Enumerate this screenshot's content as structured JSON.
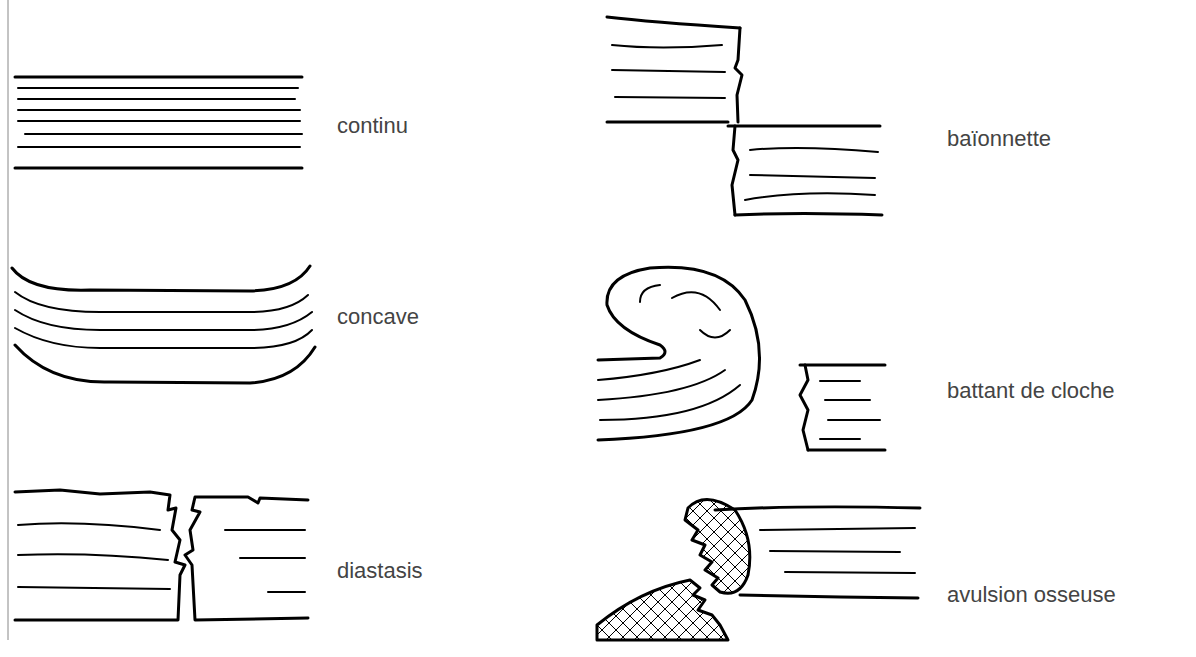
{
  "diagram": {
    "labels": [
      "continu",
      "baïonnette",
      "concave",
      "battant de cloche",
      "diastasis",
      "avulsion osseuse"
    ]
  }
}
